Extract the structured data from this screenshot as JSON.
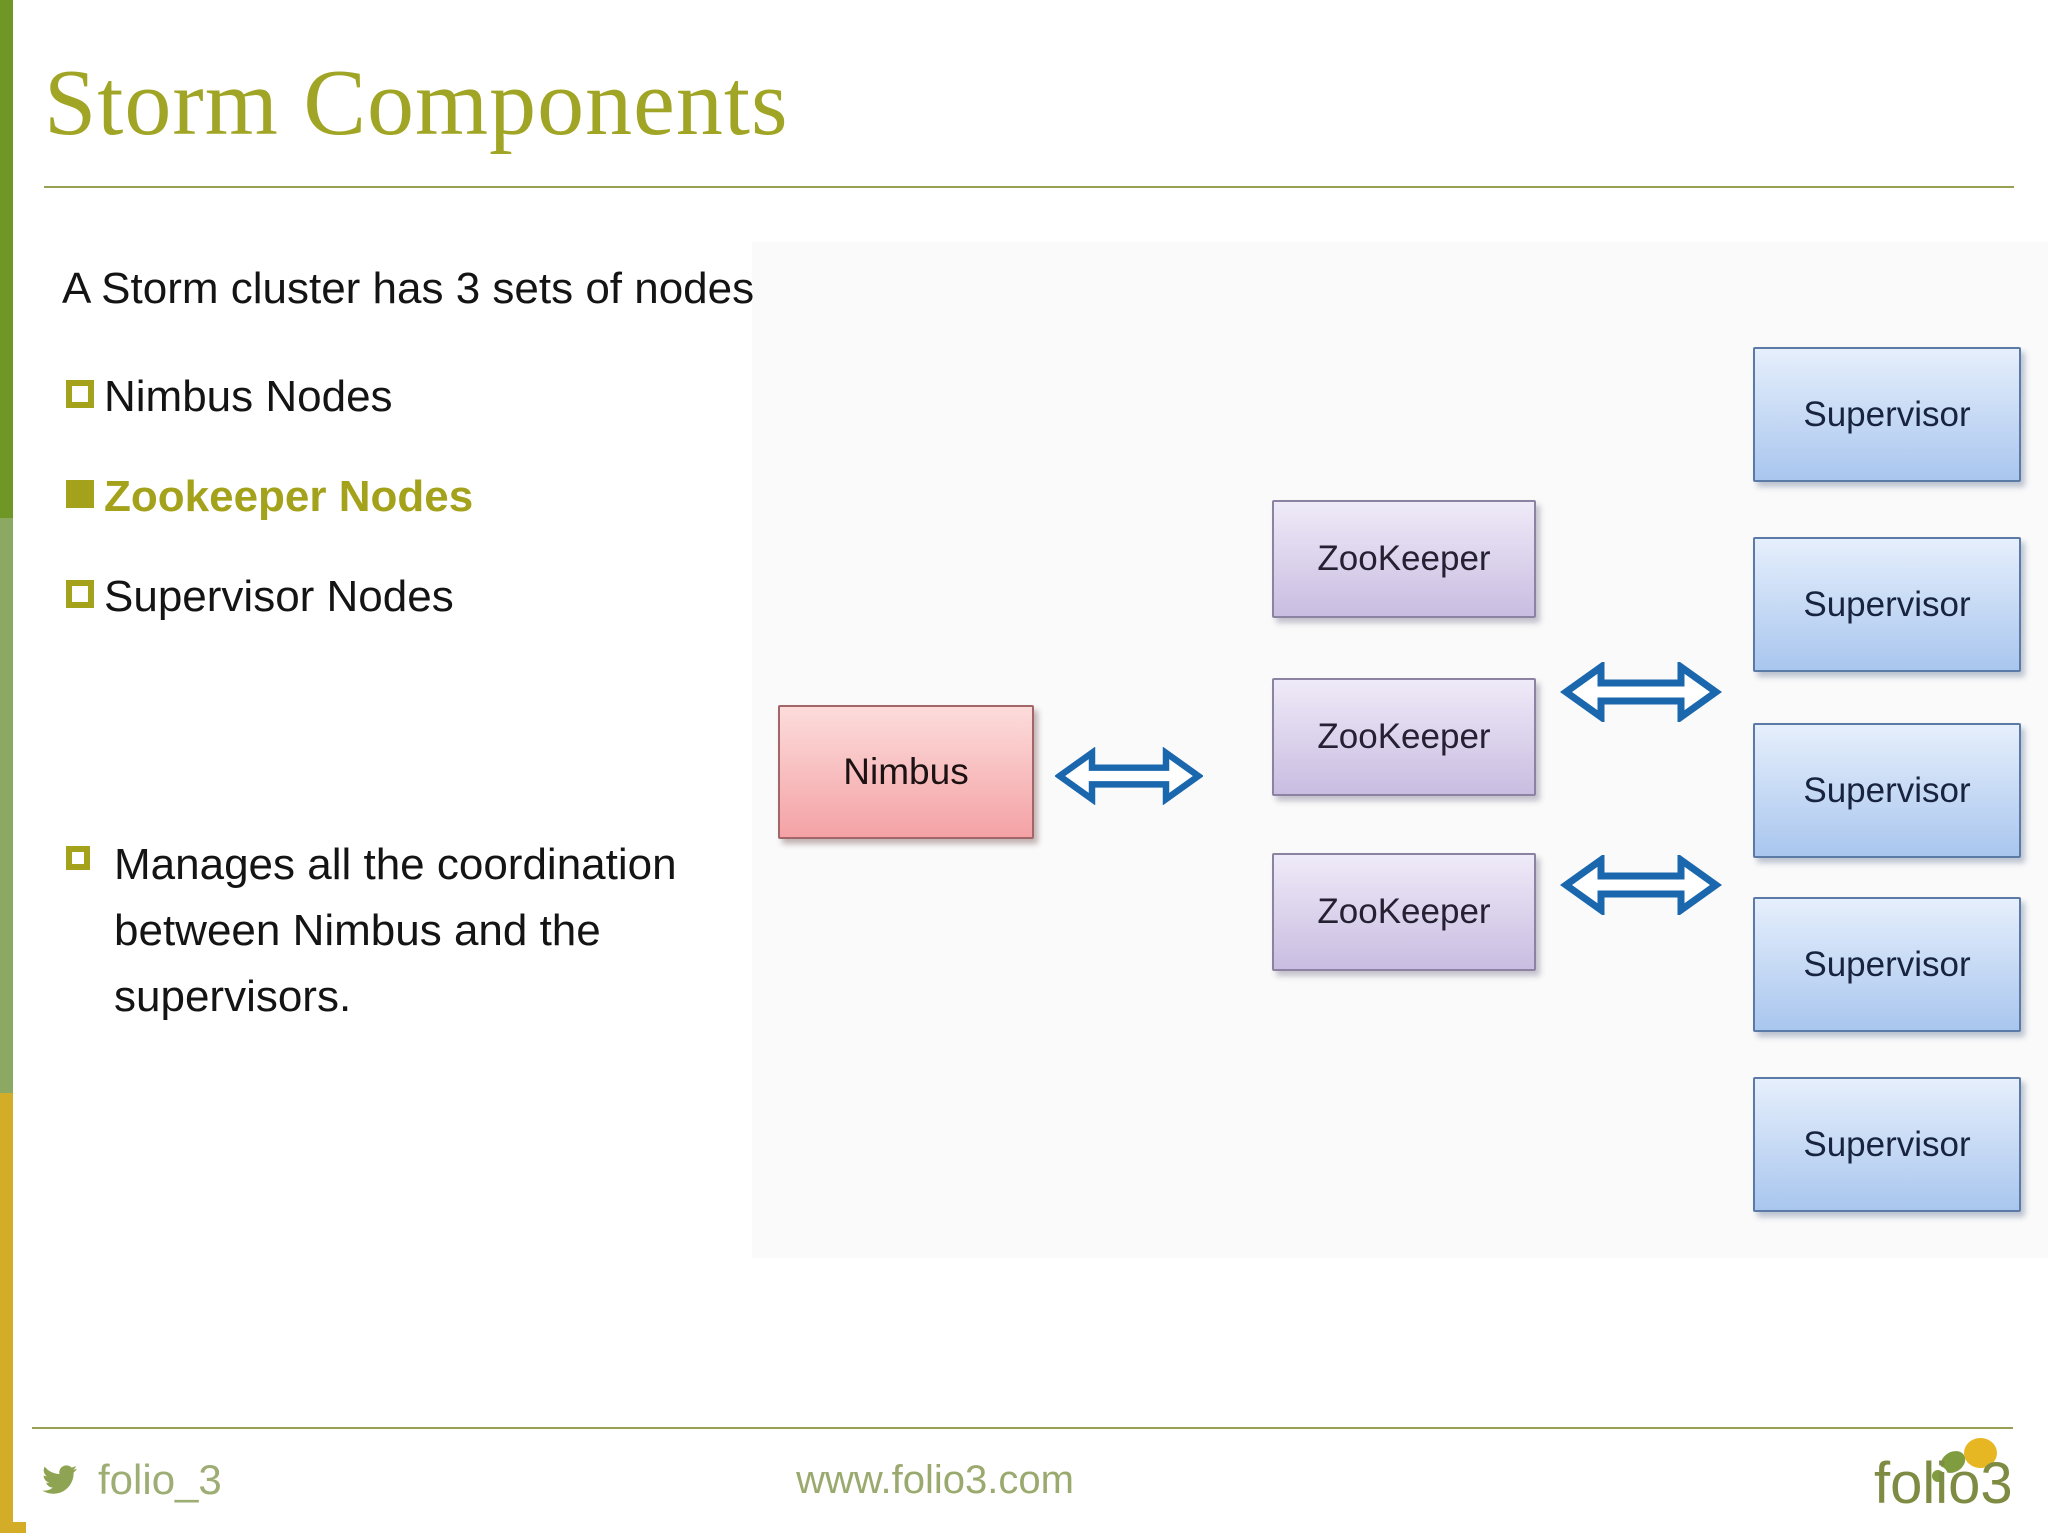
{
  "slide": {
    "title": "Storm Components",
    "intro": "A Storm cluster has 3 sets of nodes",
    "bullets": [
      {
        "label": "Nimbus Nodes",
        "marker": "outline-square",
        "emphasized": false
      },
      {
        "label": "Zookeeper Nodes",
        "marker": "filled-square",
        "emphasized": true
      },
      {
        "label": "Supervisor Nodes",
        "marker": "outline-square",
        "emphasized": false
      }
    ],
    "note": "Manages all the coordination between Nimbus and the supervisors."
  },
  "diagram": {
    "nimbus": {
      "label": "Nimbus"
    },
    "zookeepers": [
      "ZooKeeper",
      "ZooKeeper",
      "ZooKeeper"
    ],
    "supervisors": [
      "Supervisor",
      "Supervisor",
      "Supervisor",
      "Supervisor",
      "Supervisor"
    ],
    "connections": [
      "Nimbus <-> ZooKeeper (middle)",
      "ZooKeeper column <-> Supervisor column (upper)",
      "ZooKeeper column <-> Supervisor column (lower)"
    ]
  },
  "footer": {
    "twitter_handle": "folio_3",
    "website": "www.folio3.com",
    "logo_text": "folio3"
  },
  "icons": {
    "twitter": "twitter-bird-icon",
    "arrows": "double-headed-arrow-icon",
    "bullets": "square-bullet-icon"
  },
  "colors": {
    "title_olive": "#a1a525",
    "bullet_olive": "#a4a21b",
    "stripe_top_green": "#6e9726",
    "stripe_mid_sage": "#8ca963",
    "stripe_gold": "#d3ac28",
    "arrow_blue": "#1a67ae",
    "nimbus_fill_top": "#fcdcdb",
    "nimbus_fill_bottom": "#f4a2a5",
    "nimbus_border": "#a26568",
    "zookeeper_fill_top": "#efeaf8",
    "zookeeper_fill_bottom": "#c9bde1",
    "zookeeper_border": "#8c83a2",
    "supervisor_fill_top": "#e6effc",
    "supervisor_fill_bottom": "#a9c6ee",
    "supervisor_border": "#5b7ba6",
    "footer_green": "#9aaa6e",
    "logo_green": "#7e8b42",
    "logo_yellow": "#e7b723"
  }
}
